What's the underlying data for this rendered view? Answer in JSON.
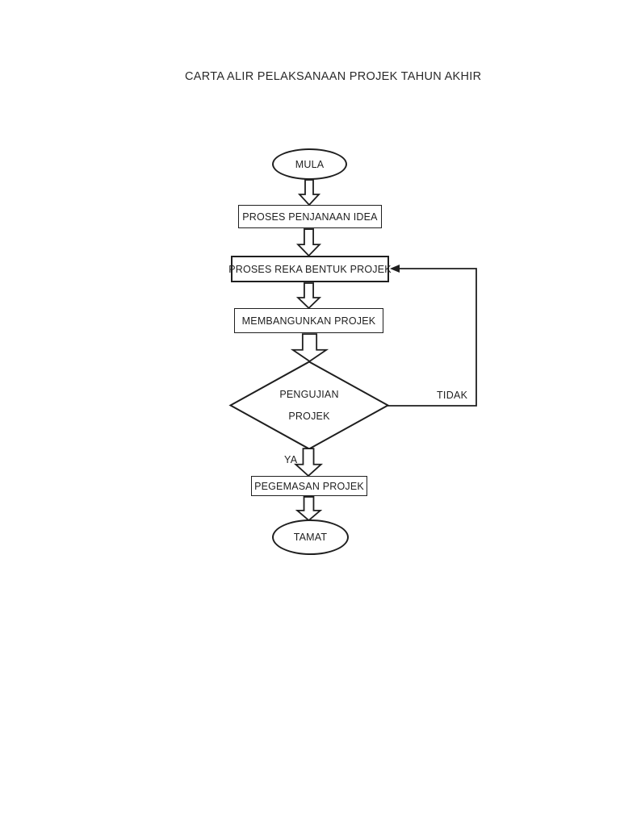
{
  "page": {
    "title": "CARTA ALIR PELAKSANAAN PROJEK TAHUN AKHIR",
    "background_color": "#ffffff",
    "line_color": "#1f1f1f"
  },
  "flowchart": {
    "type": "flowchart",
    "nodes": {
      "start": {
        "shape": "oval",
        "label": "MULA"
      },
      "step1": {
        "shape": "rect",
        "label": "PROSES PENJANAAN IDEA"
      },
      "step2": {
        "shape": "rect",
        "label": "PROSES REKA BENTUK PROJEK"
      },
      "step3": {
        "shape": "rect",
        "label": "MEMBANGUNKAN PROJEK"
      },
      "decision": {
        "shape": "diamond",
        "label_line1": "PENGUJIAN",
        "label_line2": "PROJEK"
      },
      "step4": {
        "shape": "rect",
        "label": "PEGEMASAN PROJEK"
      },
      "end": {
        "shape": "oval",
        "label": "TAMAT"
      }
    },
    "edges": {
      "yes_label": "YA",
      "no_label": "TIDAK",
      "no_edge_target": "step2"
    }
  }
}
